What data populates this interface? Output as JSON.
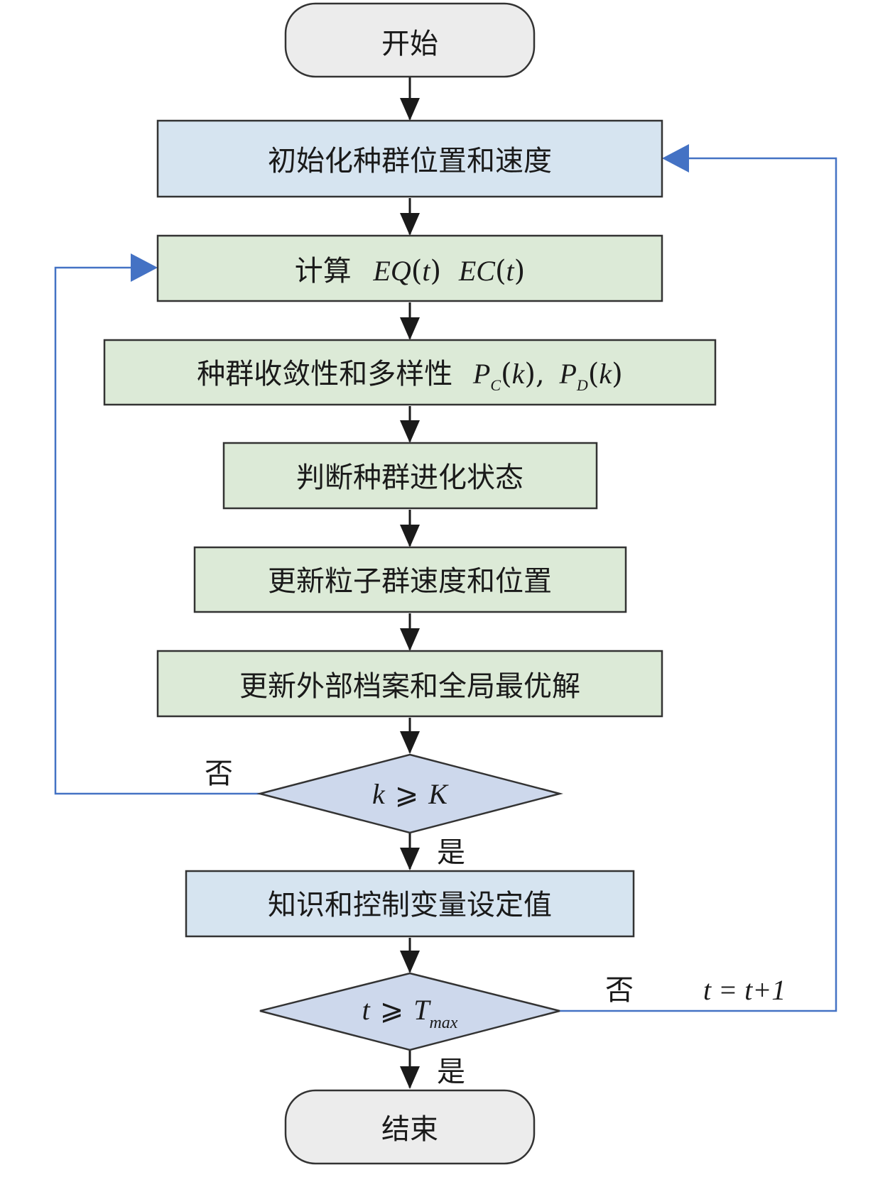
{
  "colors": {
    "terminal_fill": "#ececec",
    "init_fill": "#d6e4f0",
    "process_fill": "#dcead7",
    "decision_fill": "#cdd8ec",
    "stroke": "#333333",
    "loop_line": "#4472c4",
    "arrow": "#1a1a1a"
  },
  "nodes": {
    "start": {
      "label": "开始"
    },
    "init": {
      "label": "初始化种群位置和速度"
    },
    "compute": {
      "label": "计算",
      "expr1": "EQ",
      "expr2": "EC",
      "arg": "t"
    },
    "convergence": {
      "label": "种群收敛性和多样性",
      "p": "P",
      "sub_c": "C",
      "sub_d": "D",
      "arg": "k"
    },
    "judge": {
      "label": "判断种群进化状态"
    },
    "update_pos": {
      "label": "更新粒子群速度和位置"
    },
    "update_archive": {
      "label": "更新外部档案和全局最优解"
    },
    "decision_k": {
      "lhs": "k",
      "op": "⩾",
      "rhs": "K"
    },
    "setvalue": {
      "label": "知识和控制变量设定值"
    },
    "decision_t": {
      "lhs": "t",
      "op": "⩾",
      "rhs": "T",
      "sub": "max"
    },
    "end": {
      "label": "结束"
    }
  },
  "edge_labels": {
    "k_no": "否",
    "k_yes": "是",
    "t_no": "否",
    "t_yes": "是",
    "t_increment": "t = t+1"
  }
}
